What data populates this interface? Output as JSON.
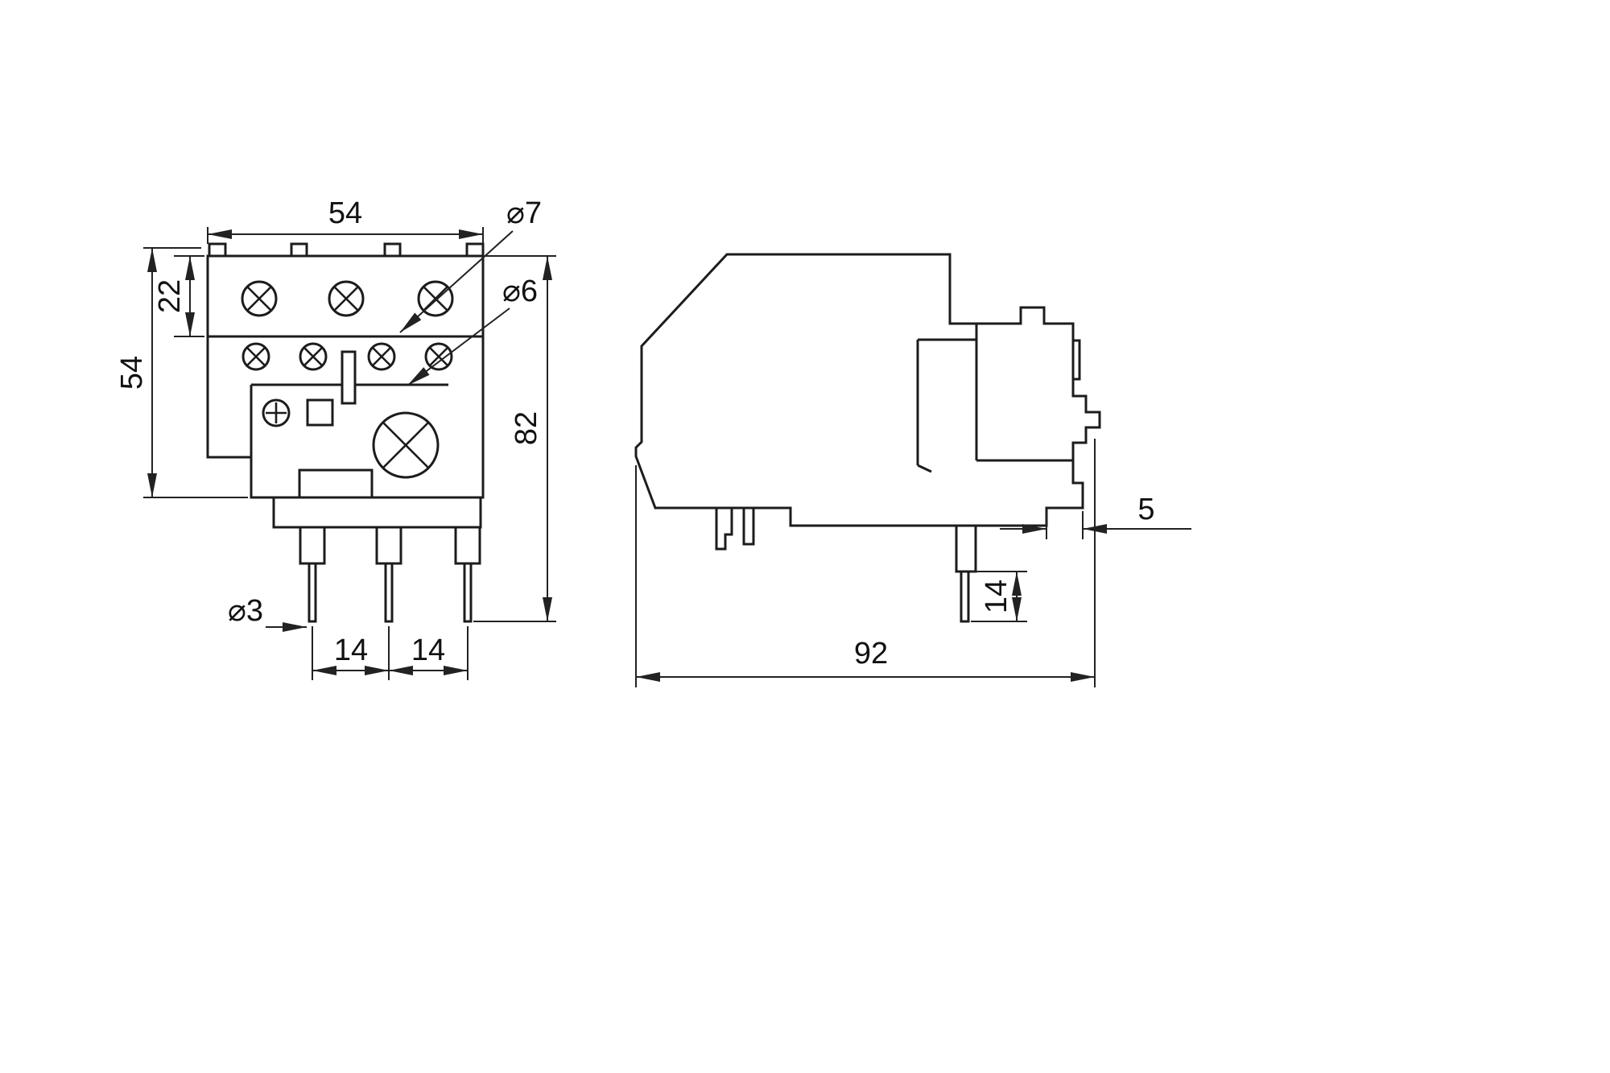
{
  "colors": {
    "line": "#1c1c1c",
    "dimension": "#222222",
    "background": "#ffffff",
    "text": "#111111"
  },
  "front_view": {
    "dims": {
      "top_width": "54",
      "terminal_height": "22",
      "body_height": "54",
      "total_height": "82",
      "terminal_screw_dia": "⌀7",
      "aux_screw_dia": "⌀6",
      "pin_dia": "⌀3",
      "pin_pitch_left": "14",
      "pin_pitch_right": "14"
    }
  },
  "side_view": {
    "dims": {
      "overall_depth": "92",
      "pin_length": "14",
      "rail_offset": "5"
    }
  }
}
